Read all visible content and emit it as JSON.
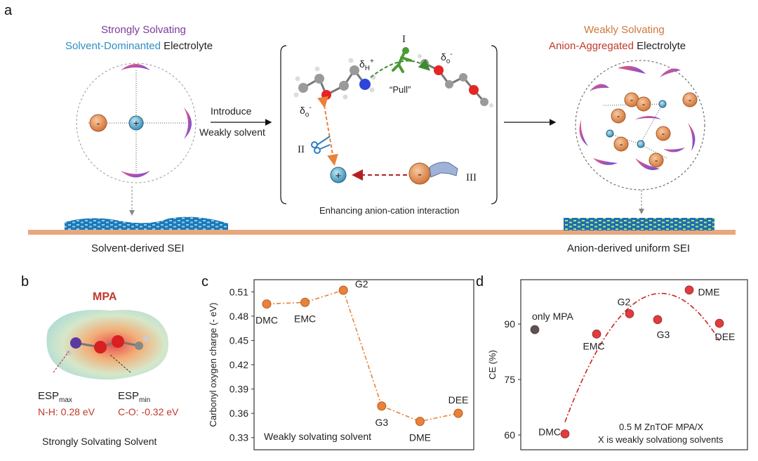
{
  "panel_a": {
    "letter": "a",
    "left_title_1": "Strongly Solvating",
    "left_title_2a": "Solvent-Dominanted",
    "left_title_2b": " Electrolyte",
    "right_title_1": "Weakly Solvating",
    "right_title_2a": "Anion-Aggregated",
    "right_title_2b": " Electrolyte",
    "arrow_text_1": "Introduce",
    "arrow_text_2": "Weakly solvent",
    "label_I": "I",
    "label_II": "II",
    "label_III": "III",
    "pull_text": "“Pull”",
    "center_caption": "Enhancing anion-cation interaction",
    "sei_left": "Solvent-derived SEI",
    "sei_right": "Anion-derived uniform SEI",
    "minus": "-",
    "plus": "+"
  },
  "panel_b": {
    "letter": "b",
    "title": "MPA",
    "esp_max_main": "ESP",
    "esp_max_sub": "max",
    "esp_max_val": "N-H: 0.28 eV",
    "esp_min_main": "ESP",
    "esp_min_sub": "min",
    "esp_min_val": "C-O: -0.32 eV",
    "caption": "Strongly Solvating Solvent"
  },
  "panel_c": {
    "letter": "c"
  },
  "panel_d": {
    "letter": "d"
  },
  "chart_data": [
    {
      "type": "line",
      "ylabel": "Carbonyl oxygen charge (- eV)",
      "xlabel": "",
      "annotation": "Weakly solvating solvent",
      "categories": [
        "DMC",
        "EMC",
        "G2",
        "G3",
        "DME",
        "DEE"
      ],
      "values": [
        0.495,
        0.497,
        0.512,
        0.369,
        0.35,
        0.36
      ],
      "ylim": [
        0.315,
        0.525
      ],
      "yticks": [
        "0.51",
        "0.48",
        "0.45",
        "0.42",
        "0.39",
        "0.36",
        "0.33"
      ],
      "color": "#e8823a"
    },
    {
      "type": "scatter",
      "ylabel": "CE (%)",
      "xlabel": "",
      "annotation_1": "0.5 M ZnTOF MPA/X",
      "annotation_2": "X is weakly solvationg solvents",
      "points": [
        {
          "label": "only MPA",
          "value": 88.5,
          "color": "#555555"
        },
        {
          "label": "DMC",
          "value": 60.3,
          "color": "#e23b3b"
        },
        {
          "label": "EMC",
          "value": 87.3,
          "color": "#e23b3b"
        },
        {
          "label": "G2",
          "value": 92.8,
          "color": "#e23b3b"
        },
        {
          "label": "G3",
          "value": 91.2,
          "color": "#e23b3b"
        },
        {
          "label": "DME",
          "value": 99.2,
          "color": "#e23b3b"
        },
        {
          "label": "DEE",
          "value": 90.2,
          "color": "#e23b3b"
        }
      ],
      "ylim": [
        56,
        102
      ],
      "yticks": [
        "90",
        "75",
        "60"
      ],
      "fit_color": "#cc2222"
    }
  ]
}
